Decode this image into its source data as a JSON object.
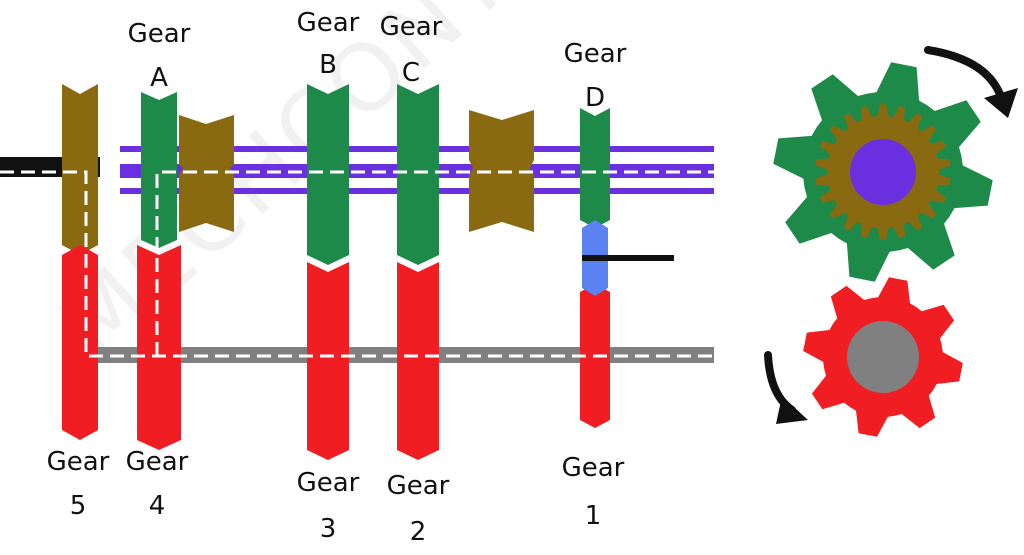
{
  "watermark": "MECHCONTENT.COM",
  "labels": {
    "gear_a": "Gear\nA",
    "gear_b": "Gear\nB",
    "gear_c": "Gear\nC",
    "gear_d": "Gear\nD",
    "gear_5": "Gear\n5",
    "gear_4": "Gear\n4",
    "gear_3": "Gear\n3",
    "gear_2": "Gear\n2",
    "gear_1": "Gear\n1"
  },
  "colors": {
    "main_gear": "#1e8a4a",
    "lay_gear": "#f01e23",
    "dog_clutch": "#8a6a10",
    "main_shaft": "#6a30e0",
    "lay_shaft": "#808080",
    "reverse_idler": "#5a82f0",
    "input_shaft": "#111111",
    "arrow": "#111111",
    "power_path": "#ffffff"
  }
}
